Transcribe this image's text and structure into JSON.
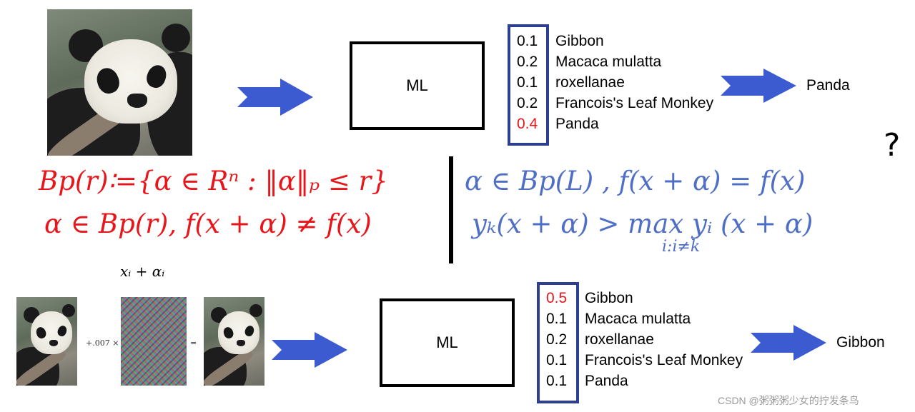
{
  "top": {
    "model_label": "ML",
    "predictions": [
      {
        "value": "0.1",
        "label": "Gibbon"
      },
      {
        "value": "0.2",
        "label": "Macaca mulatta"
      },
      {
        "value": "0.1",
        "label": "roxellanae"
      },
      {
        "value": "0.2",
        "label": "Francois's Leaf Monkey"
      },
      {
        "value": "0.4",
        "label": "Panda"
      }
    ],
    "output": "Panda"
  },
  "bottom": {
    "model_label": "ML",
    "perturb_multiplier": "+.007 ×",
    "equals": "=",
    "perturb_formula": "xᵢ + αᵢ",
    "predictions": [
      {
        "value": "0.5",
        "label": "Gibbon"
      },
      {
        "value": "0.1",
        "label": "Macaca mulatta"
      },
      {
        "value": "0.2",
        "label": "roxellanae"
      },
      {
        "value": "0.1",
        "label": "Francois's Leaf Monkey"
      },
      {
        "value": "0.1",
        "label": "Panda"
      }
    ],
    "output": "Gibbon"
  },
  "formulas": {
    "left_line1": "Bp(r)∶={α ∈ Rⁿ : ‖α‖ₚ ≤ r}",
    "left_line2": "α ∈ Bp(r), f(x + α) ≠ f(x)",
    "right_line1": "α ∈ Bp(L) , f(x + α) = f(x)",
    "right_line2": "yₖ(x + α) > max yᵢ (x + α)",
    "right_subscript": "i:i≠k"
  },
  "question_mark": "?",
  "watermark": "CSDN @粥粥粥少女的拧发条鸟",
  "colors": {
    "highlight": "#e8161b",
    "box_border": "#2e3f8f",
    "arrow": "#3d5bd1",
    "formula_blue": "#4f6fc6"
  }
}
